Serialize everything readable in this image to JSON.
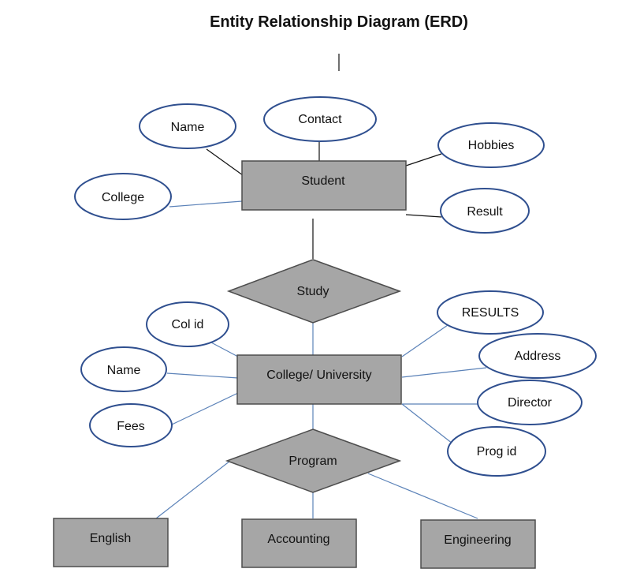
{
  "title": "Entity Relationship Diagram (ERD)",
  "entities": {
    "student": "Student",
    "college_university": "College/ University",
    "english": "English",
    "accounting": "Accounting",
    "engineering": "Engineering"
  },
  "relationships": {
    "study": "Study",
    "program": "Program"
  },
  "student_attributes": {
    "name": "Name",
    "contact": "Contact",
    "hobbies": "Hobbies",
    "college": "College",
    "result": "Result"
  },
  "college_attributes": {
    "col_id": "Col id",
    "name": "Name",
    "fees": "Fees",
    "results": "RESULTS",
    "address": "Address",
    "director": "Director",
    "prog_id": "Prog id"
  }
}
